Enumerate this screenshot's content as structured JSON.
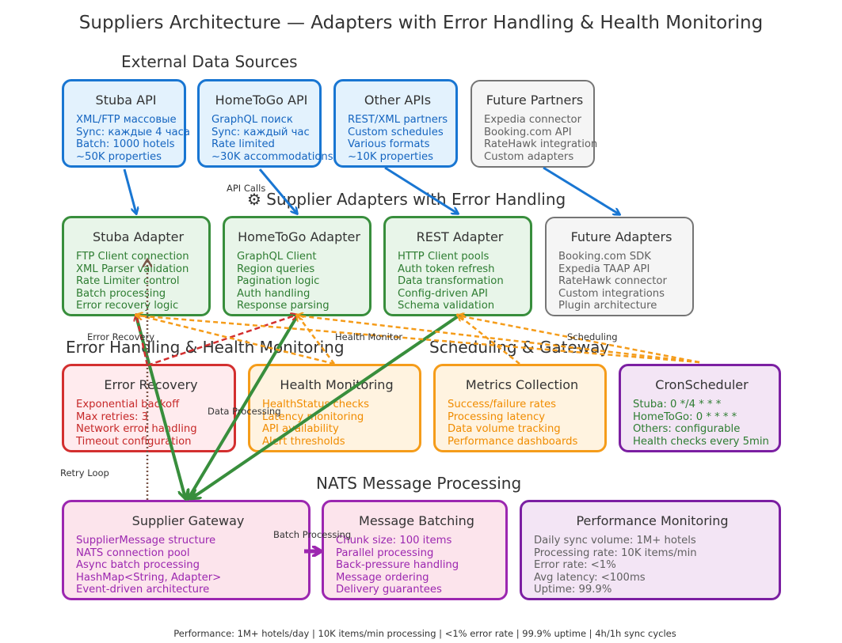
{
  "title": "Suppliers Architecture — Adapters with Error Handling & Health Monitoring",
  "sections": {
    "external": "External Data Sources",
    "adapters": "⚙ Supplier Adapters with Error Handling",
    "error_health": "Error Handling & Health Monitoring",
    "scheduling": "Scheduling & Gateway",
    "nats": "NATS Message Processing"
  },
  "boxes": {
    "stuba_api": {
      "title": "Stuba API",
      "lines": [
        "XML/FTP массовые",
        "Sync: каждые 4 часа",
        "Batch: 1000 hotels",
        "~50K properties"
      ]
    },
    "hometogo_api": {
      "title": "HomeToGo API",
      "lines": [
        "GraphQL поиск",
        "Sync: каждый час",
        "Rate limited",
        "~30K accommodations"
      ]
    },
    "other_apis": {
      "title": "Other APIs",
      "lines": [
        "REST/XML partners",
        "Custom schedules",
        "Various formats",
        "~10K properties"
      ]
    },
    "future_partners": {
      "title": "Future Partners",
      "lines": [
        "Expedia connector",
        "Booking.com API",
        "RateHawk integration",
        "Custom adapters"
      ]
    },
    "stuba_adapter": {
      "title": "Stuba Adapter",
      "lines": [
        "FTP Client connection",
        "XML Parser validation",
        "Rate Limiter control",
        "Batch processing",
        "Error recovery logic"
      ]
    },
    "hometogo_adapter": {
      "title": "HomeToGo Adapter",
      "lines": [
        "GraphQL Client",
        "Region queries",
        "Pagination logic",
        "Auth handling",
        "Response parsing"
      ]
    },
    "rest_adapter": {
      "title": "REST Adapter",
      "lines": [
        "HTTP Client pools",
        "Auth token refresh",
        "Data transformation",
        "Config-driven API",
        "Schema validation"
      ]
    },
    "future_adapters": {
      "title": "Future Adapters",
      "lines": [
        "Booking.com SDK",
        "Expedia TAAP API",
        "RateHawk connector",
        "Custom integrations",
        "Plugin architecture"
      ]
    },
    "error_recovery": {
      "title": "Error Recovery",
      "lines": [
        "Exponential backoff",
        "Max retries: 3",
        "Network error handling",
        "Timeout configuration"
      ]
    },
    "health_monitoring": {
      "title": "Health Monitoring",
      "lines": [
        "HealthStatus checks",
        "Latency monitoring",
        "API availability",
        "Alert thresholds"
      ]
    },
    "metrics_collection": {
      "title": "Metrics Collection",
      "lines": [
        "Success/failure rates",
        "Processing latency",
        "Data volume tracking",
        "Performance dashboards"
      ]
    },
    "cron_scheduler": {
      "title": "CronScheduler",
      "lines": [
        "Stuba: 0 */4 * * *",
        "HomeToGo: 0 * * * *",
        "Others: configurable",
        "Health checks every 5min"
      ]
    },
    "supplier_gateway": {
      "title": "Supplier Gateway",
      "lines": [
        "SupplierMessage structure",
        "NATS connection pool",
        "Async batch processing",
        "HashMap<String, Adapter>",
        "Event-driven architecture"
      ]
    },
    "message_batching": {
      "title": "Message Batching",
      "lines": [
        "Chunk size: 100 items",
        "Parallel processing",
        "Back-pressure handling",
        "Message ordering",
        "Delivery guarantees"
      ]
    },
    "performance_monitoring": {
      "title": "Performance Monitoring",
      "lines": [
        "Daily sync volume: 1M+ hotels",
        "Processing rate: 10K items/min",
        "Error rate: <1%",
        "Avg latency: <100ms",
        "Uptime: 99.9%"
      ]
    }
  },
  "edge_labels": {
    "api_calls": "API Calls",
    "error_recovery": "Error Recovery",
    "health_monitor": "Health Monitor",
    "scheduling": "Scheduling",
    "data_processing": "Data Processing",
    "retry_loop": "Retry Loop",
    "batch_processing": "Batch Processing"
  },
  "colors": {
    "blue": "#1976d2",
    "green": "#388e3c",
    "red": "#d32f2f",
    "orange": "#f59c1a",
    "purple": "#7b1fa2",
    "gray": "#757575"
  },
  "footer": "Performance: 1M+ hotels/day | 10K items/min processing | <1% error rate | 99.9% uptime | 4h/1h sync cycles"
}
